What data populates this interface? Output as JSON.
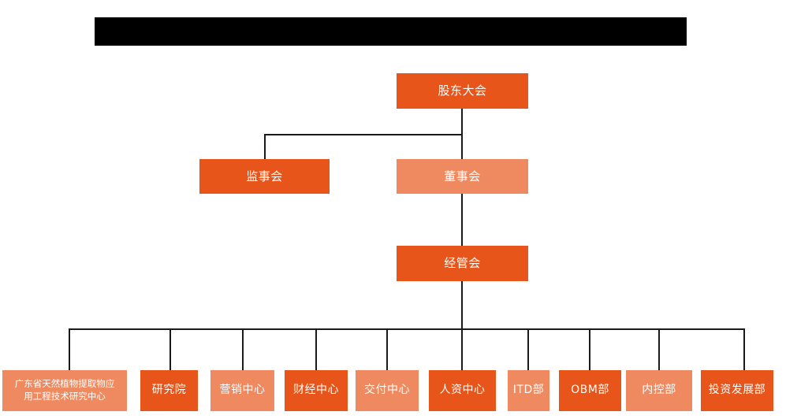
{
  "banner": {
    "text": "",
    "color": "#000000"
  },
  "palette": {
    "dark_orange": "#E8551A",
    "light_orange": "#EF8A60",
    "connector": "#1a1a1a",
    "background": "#FFFFFF"
  },
  "chart_type": "org-chart",
  "nodes": {
    "shareholders_meeting": {
      "label": "股东大会",
      "tone": "dark"
    },
    "board_of_supervisors": {
      "label": "监事会",
      "tone": "dark"
    },
    "board_of_directors": {
      "label": "董事会",
      "tone": "light"
    },
    "management_committee": {
      "label": "经管会",
      "tone": "dark"
    }
  },
  "departments": [
    {
      "label": "广东省天然植物提取物应\n用工程技术研究中心",
      "line1": "广东省天然植物提取物应",
      "line2": "用工程技术研究中心",
      "tone": "light"
    },
    {
      "label": "研究院",
      "tone": "dark"
    },
    {
      "label": "营销中心",
      "tone": "light"
    },
    {
      "label": "财经中心",
      "tone": "dark"
    },
    {
      "label": "交付中心",
      "tone": "light"
    },
    {
      "label": "人资中心",
      "tone": "dark"
    },
    {
      "label": "ITD部",
      "tone": "light"
    },
    {
      "label": "OBM部",
      "tone": "dark"
    },
    {
      "label": "内控部",
      "tone": "light"
    },
    {
      "label": "投资发展部",
      "tone": "dark"
    }
  ]
}
